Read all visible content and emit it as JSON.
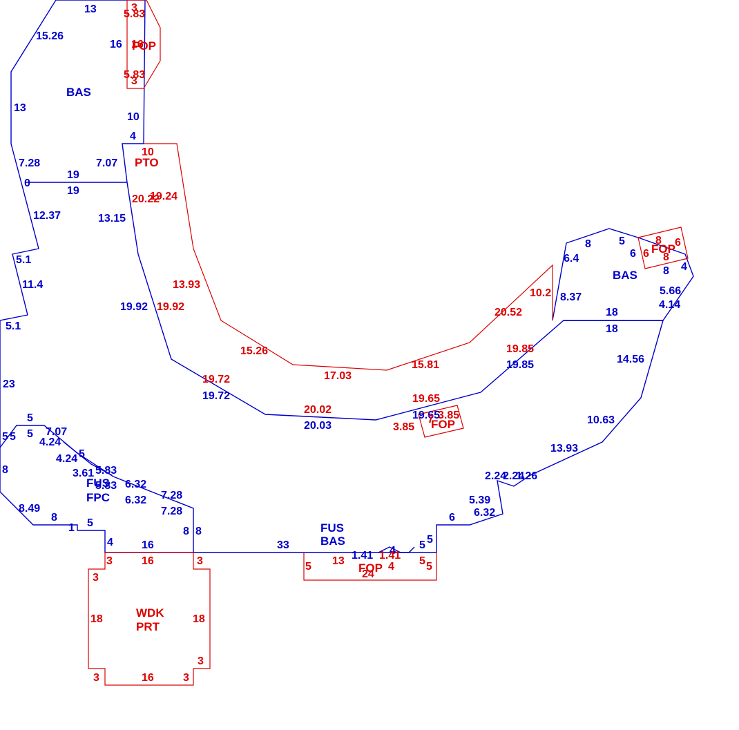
{
  "colors": {
    "blue": "#0000cc",
    "red": "#dd0000",
    "background": "#ffffff"
  },
  "area_labels": {
    "bas_main": "BAS",
    "fop_top": "FOP",
    "pto": "PTO",
    "bas_right": "BAS",
    "fop_right": "FOP",
    "fop_mid": "FOP",
    "fus_fpc_1": "FUS",
    "fus_fpc_2": "FPC",
    "fus_bas_1": "FUS",
    "fus_bas_2": "BAS",
    "fop_bottom": "FOP",
    "wdk_prt_1": "WDK",
    "wdk_prt_2": "PRT"
  },
  "dims": {
    "b01": "13",
    "b02": "15.26",
    "b03": "16",
    "b04": "13",
    "b05": "10",
    "b06": "4",
    "b07": "7.28",
    "b08": "7.07",
    "b09": "19",
    "b10": "0",
    "b11": "19",
    "b12": "12.37",
    "b13": "13.15",
    "b14": "5.1",
    "b15": "11.4",
    "b16": "5.1",
    "b17": "19.92",
    "b18": "23",
    "b19": "19.72",
    "b20": "20.03",
    "b21": "19.65",
    "b22": "19.85",
    "b23": "8.37",
    "b24": "6.4",
    "b25": "8",
    "b26": "5",
    "b27": "6",
    "b28": "8",
    "b29": "4",
    "b30": "5.66",
    "b31": "4.14",
    "b32": "18",
    "b33": "18",
    "b34": "14.56",
    "b35": "10.63",
    "b36": "13.93",
    "b37": "2.24",
    "b38": "2.24",
    "b39": "1.26",
    "b40": "5.39",
    "b41": "6.32",
    "b42": "6",
    "b43": "5",
    "b44": "5",
    "b45": "4",
    "b46": "1.41",
    "b47": "33",
    "b48": "16",
    "b49": "4",
    "b50": "5",
    "b51": "1",
    "b52": "8",
    "b53": "8.49",
    "b54": "8",
    "b55": "5",
    "b56": "5",
    "b57": "5",
    "b58": "5",
    "b59": "7.07",
    "b60": "4.24",
    "b61": "4.24",
    "b62": "5",
    "b63": "3.61",
    "b64": "5.83",
    "b65": "5.83",
    "b66": "6.32",
    "b67": "6.32",
    "b68": "7.28",
    "b69": "7.28",
    "b70": "8",
    "b71": "8",
    "r01": "3",
    "r02": "5.83",
    "r03": "16",
    "r04": "5.83",
    "r05": "3",
    "r06": "10",
    "r07": "20.22",
    "r08": "19.24",
    "r09": "13.93",
    "r10": "19.92",
    "r11": "15.26",
    "r12": "17.03",
    "r13": "15.81",
    "r14": "20.52",
    "r15": "10.2",
    "r16": "19.85",
    "r17": "19.72",
    "r18": "20.02",
    "r19": "19.65",
    "r20": "3.85",
    "r21": "3.85",
    "r22": "7",
    "r23": "8",
    "r24": "6",
    "r25": "6",
    "r26": "8",
    "r27": "3",
    "r28": "16",
    "r29": "3",
    "r30": "18",
    "r31": "18",
    "r32": "3",
    "r33": "3",
    "r34": "16",
    "r35": "3",
    "r36": "3",
    "r37": "5",
    "r38": "13",
    "r39": "1.41",
    "r40": "4",
    "r41": "5",
    "r42": "5",
    "r43": "24"
  }
}
